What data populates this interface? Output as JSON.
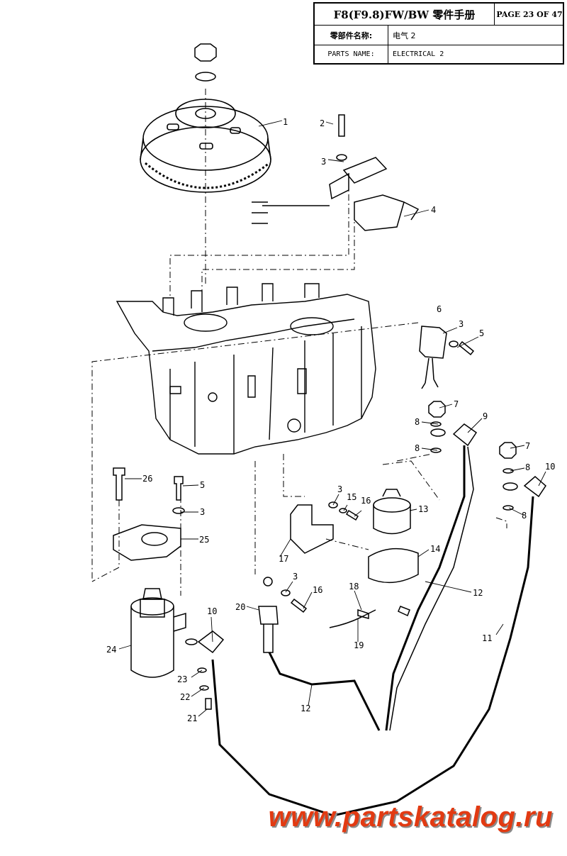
{
  "header": {
    "title": "F8(F9.8)FW/BW 零件手册",
    "page": "PAGE 23 OF 47",
    "label_cn": "零部件名称:",
    "value_cn": "电气 2",
    "label_en": "PARTS NAME:",
    "value_en": "ELECTRICAL 2"
  },
  "callouts": [
    "1",
    "2",
    "3",
    "4",
    "3",
    "5",
    "6",
    "7",
    "8",
    "9",
    "8",
    "7",
    "8",
    "10",
    "8",
    "26",
    "5",
    "3",
    "25",
    "3",
    "15",
    "16",
    "13",
    "17",
    "14",
    "3",
    "16",
    "20",
    "18",
    "19",
    "12",
    "10",
    "24",
    "23",
    "22",
    "21",
    "12",
    "11"
  ],
  "watermark": "www.partskatalog.ru"
}
